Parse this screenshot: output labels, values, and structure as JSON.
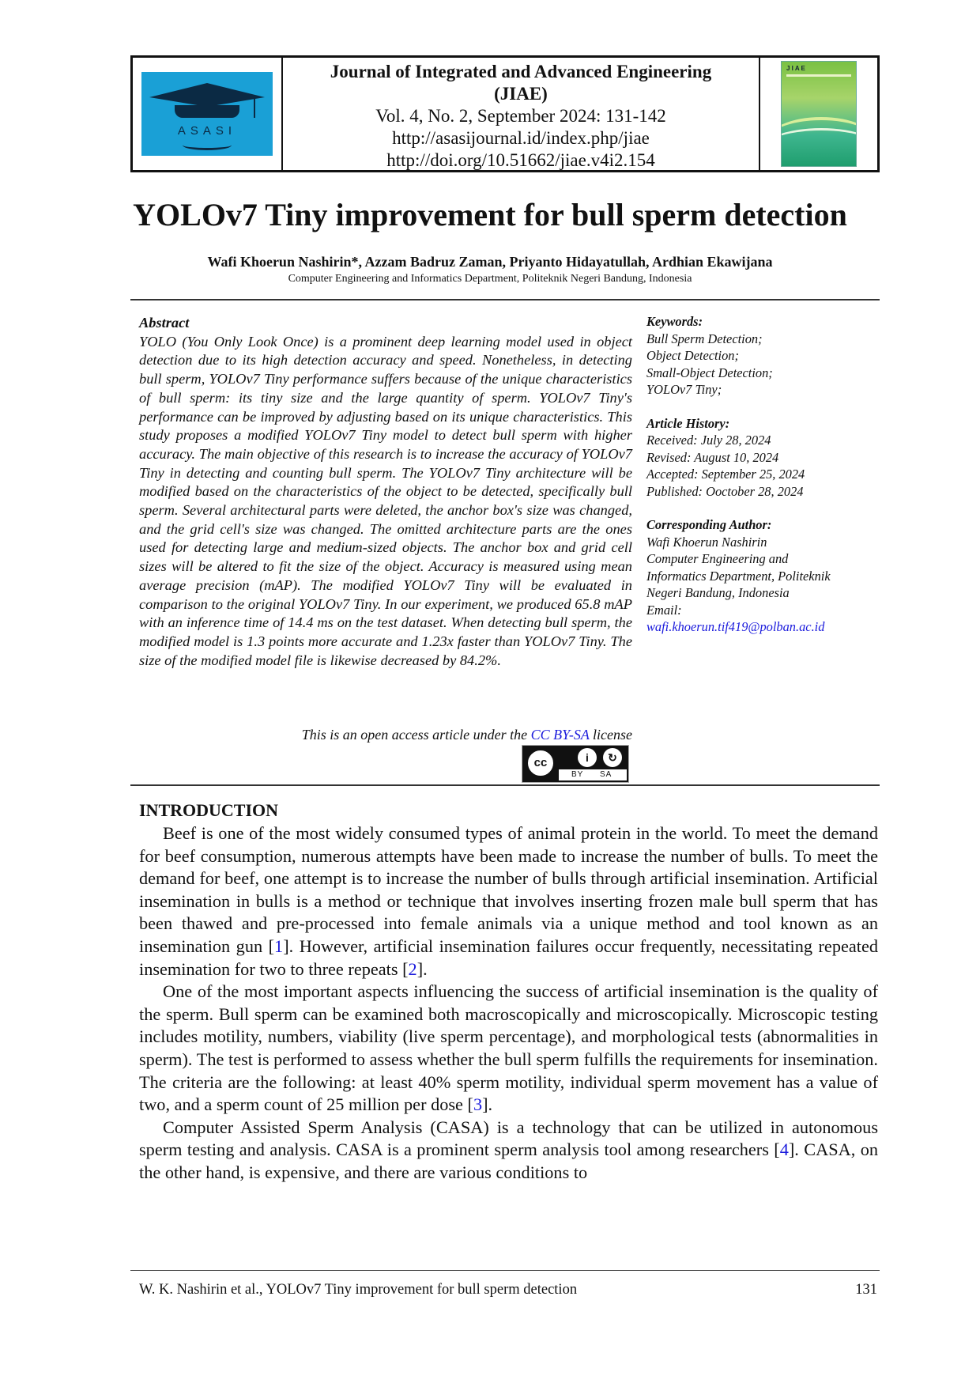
{
  "header": {
    "journal_name": "Journal of Integrated and Advanced Engineering",
    "journal_abbr": "(JIAE)",
    "volume": "Vol. 4, No. 2, September 2024: 131-142",
    "url": "http://asasijournal.id/index.php/jiae",
    "doi": "http://doi.org/10.51662/jiae.v4i2.154",
    "logo_text": "ASASI",
    "cover_text": "J I A E"
  },
  "title": "YOLOv7 Tiny improvement for bull sperm detection",
  "authors": "Wafi Khoerun Nashirin*, Azzam Badruz Zaman, Priyanto Hidayatullah, Ardhian Ekawijana",
  "affiliation": "Computer Engineering and Informatics Department, Politeknik Negeri Bandung, Indonesia",
  "abstract": {
    "heading": "Abstract",
    "text": "YOLO (You Only Look Once) is a prominent deep learning model used in object detection due to its high detection accuracy and speed. Nonetheless, in detecting bull sperm, YOLOv7 Tiny performance suffers because of the unique characteristics of bull sperm: its tiny size and the large quantity of sperm. YOLOv7 Tiny's performance can be improved by adjusting based on its unique characteristics. This study proposes a modified YOLOv7 Tiny model to detect bull sperm with higher accuracy. The main objective of this research is to increase the accuracy of YOLOv7 Tiny in detecting and counting bull sperm. The YOLOv7 Tiny architecture will be modified based on the characteristics of the object to be detected, specifically bull sperm. Several architectural parts were deleted, the anchor box's size was changed, and the grid cell's size was changed. The omitted architecture parts are the ones used for detecting large and medium-sized objects. The anchor box and grid cell sizes will be altered to fit the size of the object. Accuracy is measured using mean average precision (mAP). The modified YOLOv7 Tiny will be evaluated in comparison to the original YOLOv7 Tiny. In our experiment, we produced 65.8 mAP with an inference time of 14.4 ms on the test dataset. When detecting bull sperm, the modified model is 1.3 points more accurate and 1.23x faster than YOLOv7 Tiny. The size of the modified model file is likewise decreased by 84.2%.",
    "license_pre": "This is an open access article under the",
    "license_link": "CC BY-SA",
    "license_post": "license",
    "badge_cc": "cc",
    "badge_by": "BY",
    "badge_sa": "SA"
  },
  "keywords": {
    "heading": "Keywords:",
    "items": [
      "Bull Sperm Detection;",
      "Object Detection;",
      "Small-Object Detection;",
      "YOLOv7 Tiny;"
    ]
  },
  "history": {
    "heading": "Article History:",
    "received": "Received: July 28, 2024",
    "revised": "Revised: August 10, 2024",
    "accepted": "Accepted: September 25, 2024",
    "published": "Published: Ooctober 28, 2024"
  },
  "corresponding": {
    "heading": "Corresponding Author:",
    "name": "Wafi Khoerun Nashirin",
    "dept1": "Computer Engineering and",
    "dept2": "Informatics Department, Politeknik",
    "dept3": "Negeri Bandung, Indonesia",
    "email_label": "Email:",
    "email": "wafi.khoerun.tif419@polban.ac.id"
  },
  "intro": {
    "heading": "INTRODUCTION",
    "p1a": "Beef is one of the most widely consumed types of animal protein in the world. To meet the demand for beef consumption, numerous attempts have been made to increase the number of bulls. To meet the demand for beef, one attempt is to increase the number of bulls through artificial insemination. Artificial insemination in bulls is a method or technique that involves inserting frozen male bull sperm that has been thawed and pre-processed into female animals via a unique method and tool known as an insemination gun [",
    "r1": "1",
    "p1b": "]. However, artificial insemination failures occur frequently, necessitating repeated insemination for two to three repeats [",
    "r2": "2",
    "p1c": "].",
    "p2a": "One of the most important aspects influencing the success of artificial insemination is the quality of the sperm.  Bull sperm can be examined both macroscopically and microscopically. Microscopic testing includes motility, numbers, viability (live sperm percentage), and morphological tests (abnormalities in sperm). The test is performed to assess whether the bull sperm fulfills the requirements for insemination. The criteria are the following: at least 40% sperm motility, individual sperm movement has a value of two, and a sperm count of 25 million per dose [",
    "r3": "3",
    "p2b": "].",
    "p3a": "Computer Assisted Sperm Analysis (CASA) is a technology that can be utilized in autonomous sperm testing and analysis. CASA is a prominent sperm analysis tool among researchers [",
    "r4": "4",
    "p3b": "]. CASA, on the other hand, is expensive, and there are various conditions to"
  },
  "footer": {
    "left": "W. K. Nashirin et al., YOLOv7 Tiny improvement for bull sperm detection",
    "page": "131"
  },
  "colors": {
    "link": "#1a1adc",
    "logo_bg": "#1aa0d6",
    "logo_dark": "#0b2a44"
  }
}
